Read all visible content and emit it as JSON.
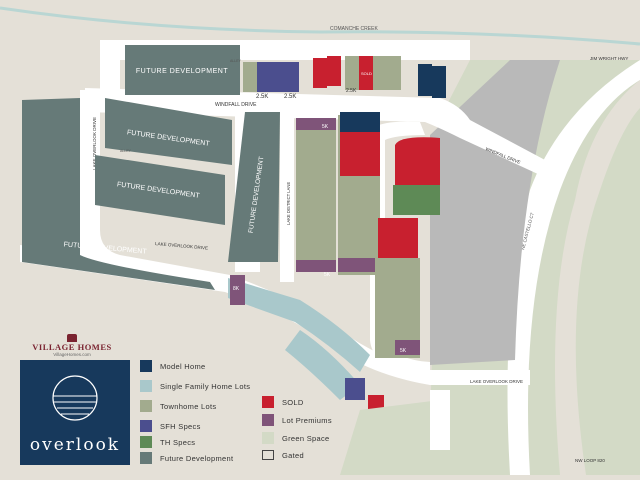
{
  "roads": {
    "comanche_creek": "COMANCHE CREEK",
    "windfall_drive": "WINDFALL DRIVE",
    "windfall_drive_east": "WINDFALL DRIVE",
    "lake_overlook_drive": "LAKE OVERLOOK DRIVE",
    "lake_overlook_drive_east": "LAKE OVERLOOK DRIVE",
    "lake_overlook_drive_vertical": "LAKE OVERLOOK DRIVE",
    "lake_district_lane": "LAKE DISTRICT LANE",
    "jim_wright_hwy": "JIM WRIGHT HWY",
    "nw_loop_820": "NW LOOP 820",
    "ne_castello_ct": "NE CASTELLO CT",
    "alley": "ALLEY"
  },
  "areas": {
    "future_dev_top": "FUTURE DEVELOPMENT",
    "future_dev_mid1": "FUTURE DEVELOPMENT",
    "future_dev_mid2": "FUTURE DEVELOPMENT",
    "future_dev_left": "FUTURE DEVELOPMENT",
    "future_dev_vertical": "FUTURE DEVELOPMENT"
  },
  "lots": {
    "sold": "SOLD",
    "spec_25k": "2.5K",
    "premium_5k": "5K",
    "premium_8k": "8K"
  },
  "legend": [
    {
      "label": "Model Home",
      "color": "#17395c"
    },
    {
      "label": "Single Family Home Lots",
      "color": "#a9c8cb"
    },
    {
      "label": "Townhome Lots",
      "color": "#a2ab8e"
    },
    {
      "label": "SFH Specs",
      "color": "#4b4e8e"
    },
    {
      "label": "TH Specs",
      "color": "#5e8a56"
    },
    {
      "label": "Future Development",
      "color": "#667a78"
    },
    {
      "label": "SOLD",
      "color": "#c8202f"
    },
    {
      "label": "Lot Premiums",
      "color": "#7f5479"
    },
    {
      "label": "Green Space",
      "color": "#d3dac6"
    },
    {
      "label": "Gated",
      "color": "#444444"
    }
  ],
  "brand": {
    "name": "overlook",
    "builder": "VILLAGE HOMES",
    "builder_url": "VillageHomes.com"
  }
}
